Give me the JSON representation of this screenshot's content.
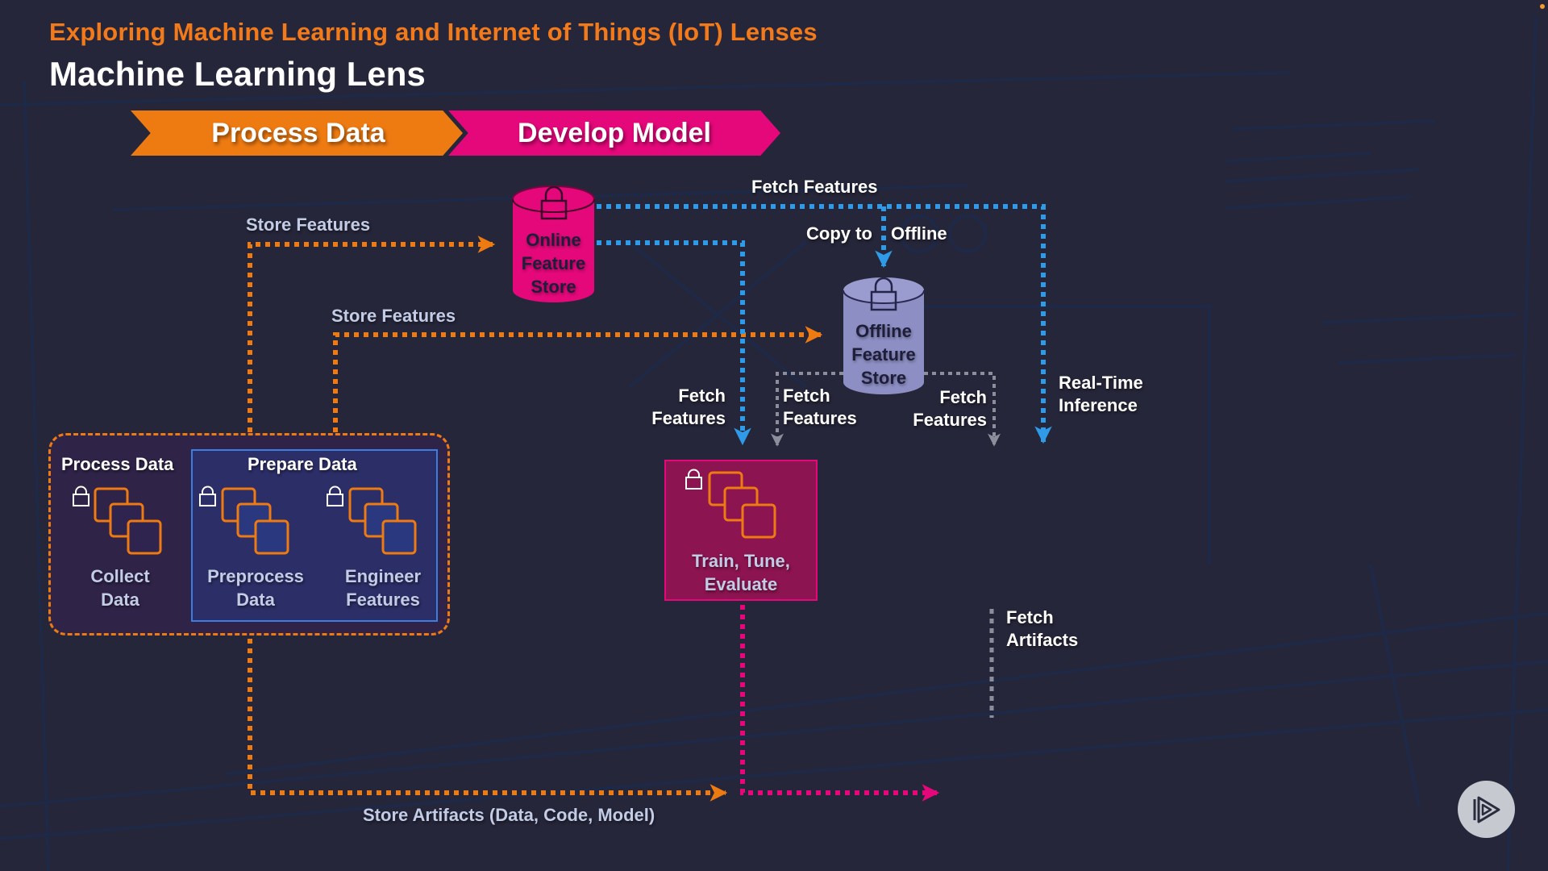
{
  "header": {
    "subtitle": "Exploring Machine Learning and Internet of Things (IoT) Lenses",
    "title": "Machine Learning Lens"
  },
  "stages": [
    {
      "label": "Process Data",
      "color": "#ee7a12"
    },
    {
      "label": "Develop Model",
      "color": "#e4087a"
    }
  ],
  "stores": {
    "online": {
      "lines": [
        "Online",
        "Feature",
        "Store"
      ],
      "color": "#e4087a"
    },
    "offline": {
      "lines": [
        "Offline",
        "Feature",
        "Store"
      ],
      "color": "#8d8fc4"
    }
  },
  "groups": {
    "process": {
      "title": "Process Data",
      "steps": [
        {
          "lines": [
            "Collect",
            "Data"
          ],
          "icon": "compute-instances-icon"
        }
      ]
    },
    "prepare": {
      "title": "Prepare Data",
      "steps": [
        {
          "lines": [
            "Preprocess",
            "Data"
          ],
          "icon": "compute-instances-icon"
        },
        {
          "lines": [
            "Engineer",
            "Features"
          ],
          "icon": "compute-instances-icon"
        }
      ]
    }
  },
  "train": {
    "lines": [
      "Train, Tune,",
      "Evaluate"
    ],
    "icon": "compute-instances-icon"
  },
  "flow_labels": {
    "store_features_online": "Store Features",
    "store_features_offline": "Store Features",
    "fetch_features_top": "Fetch Features",
    "copy_to": "Copy to",
    "offline": "Offline",
    "fetch_features_left": [
      "Fetch",
      "Features"
    ],
    "fetch_features_mid": [
      "Fetch",
      "Features"
    ],
    "fetch_features_right": [
      "Fetch",
      "Features"
    ],
    "real_time_inference": [
      "Real-Time",
      "Inference"
    ],
    "fetch_artifacts": [
      "Fetch",
      "Artifacts"
    ],
    "store_artifacts": "Store Artifacts (Data, Code, Model)"
  },
  "colors": {
    "orange_flow": "#ee7a12",
    "blue_flow": "#2f9ae8",
    "grey_flow": "#8c8e9c",
    "pink_flow": "#e4087a",
    "background": "#26263a"
  },
  "player": {
    "icon": "pluralsight-play-icon"
  }
}
